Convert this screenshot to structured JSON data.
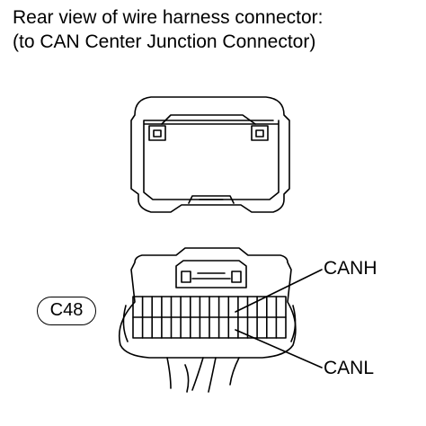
{
  "caption": {
    "line1": "Rear view of wire harness connector:",
    "line2": "(to CAN Center Junction Connector)"
  },
  "connector_code": "C48",
  "pins": {
    "canh": "CANH",
    "canl": "CANL"
  },
  "colors": {
    "line": "#000000",
    "background": "#ffffff"
  }
}
